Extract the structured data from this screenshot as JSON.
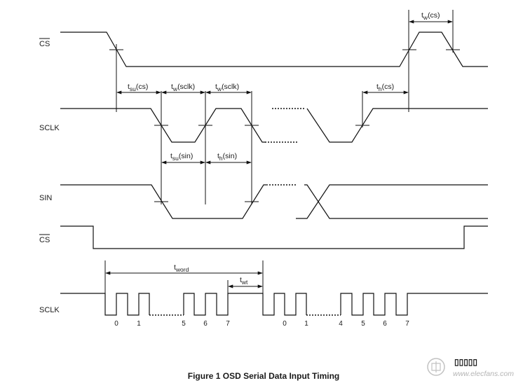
{
  "signals": {
    "cs_top": "CS",
    "sclk_top": "SCLK",
    "sin": "SIN",
    "cs_bottom": "CS",
    "sclk_bottom": "SCLK"
  },
  "timing": {
    "tsu_cs": {
      "base": "t",
      "sub": "su",
      "suffix": "(cs)"
    },
    "tw_cs": {
      "base": "t",
      "sub": "w",
      "suffix": "(cs)"
    },
    "tw_sclk_1": {
      "base": "t",
      "sub": "w",
      "suffix": "(sclk)"
    },
    "tw_sclk_2": {
      "base": "t",
      "sub": "w",
      "suffix": "(sclk)"
    },
    "th_cs": {
      "base": "t",
      "sub": "h",
      "suffix": "(cs)"
    },
    "tsu_sin": {
      "base": "t",
      "sub": "su",
      "suffix": "(sin)"
    },
    "th_sin": {
      "base": "t",
      "sub": "h",
      "suffix": "(sin)"
    },
    "tword": {
      "base": "t",
      "sub": "word",
      "suffix": ""
    },
    "twt": {
      "base": "t",
      "sub": "wt",
      "suffix": ""
    }
  },
  "bits": [
    "0",
    "1",
    "5",
    "6",
    "7",
    "0",
    "1",
    "4",
    "5",
    "6",
    "7"
  ],
  "caption": "Figure 1  OSD Serial Data Input Timing",
  "watermark": "www.elecfans.com"
}
